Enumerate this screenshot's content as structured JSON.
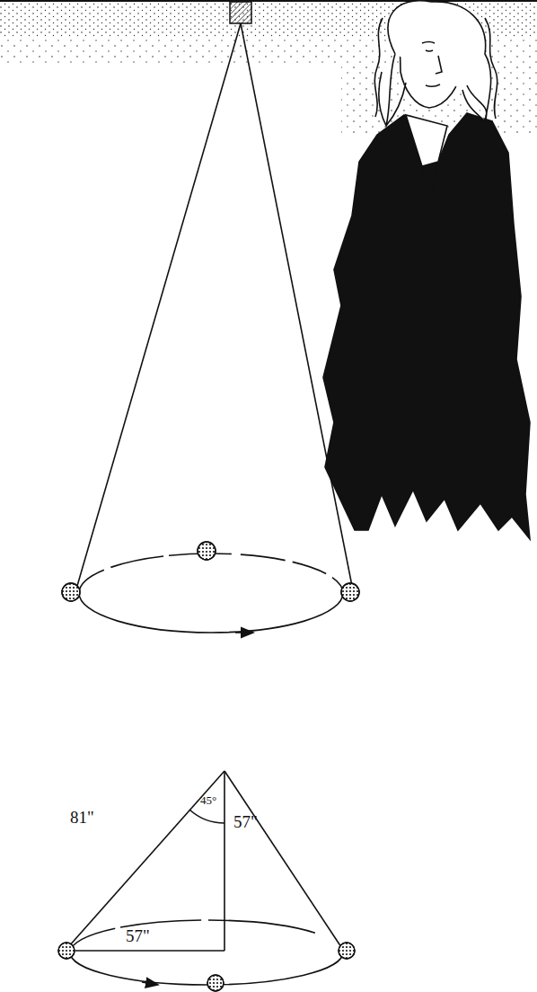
{
  "diagram": {
    "labels": [
      "81\"",
      "45°",
      "57\"",
      "57\""
    ]
  }
}
